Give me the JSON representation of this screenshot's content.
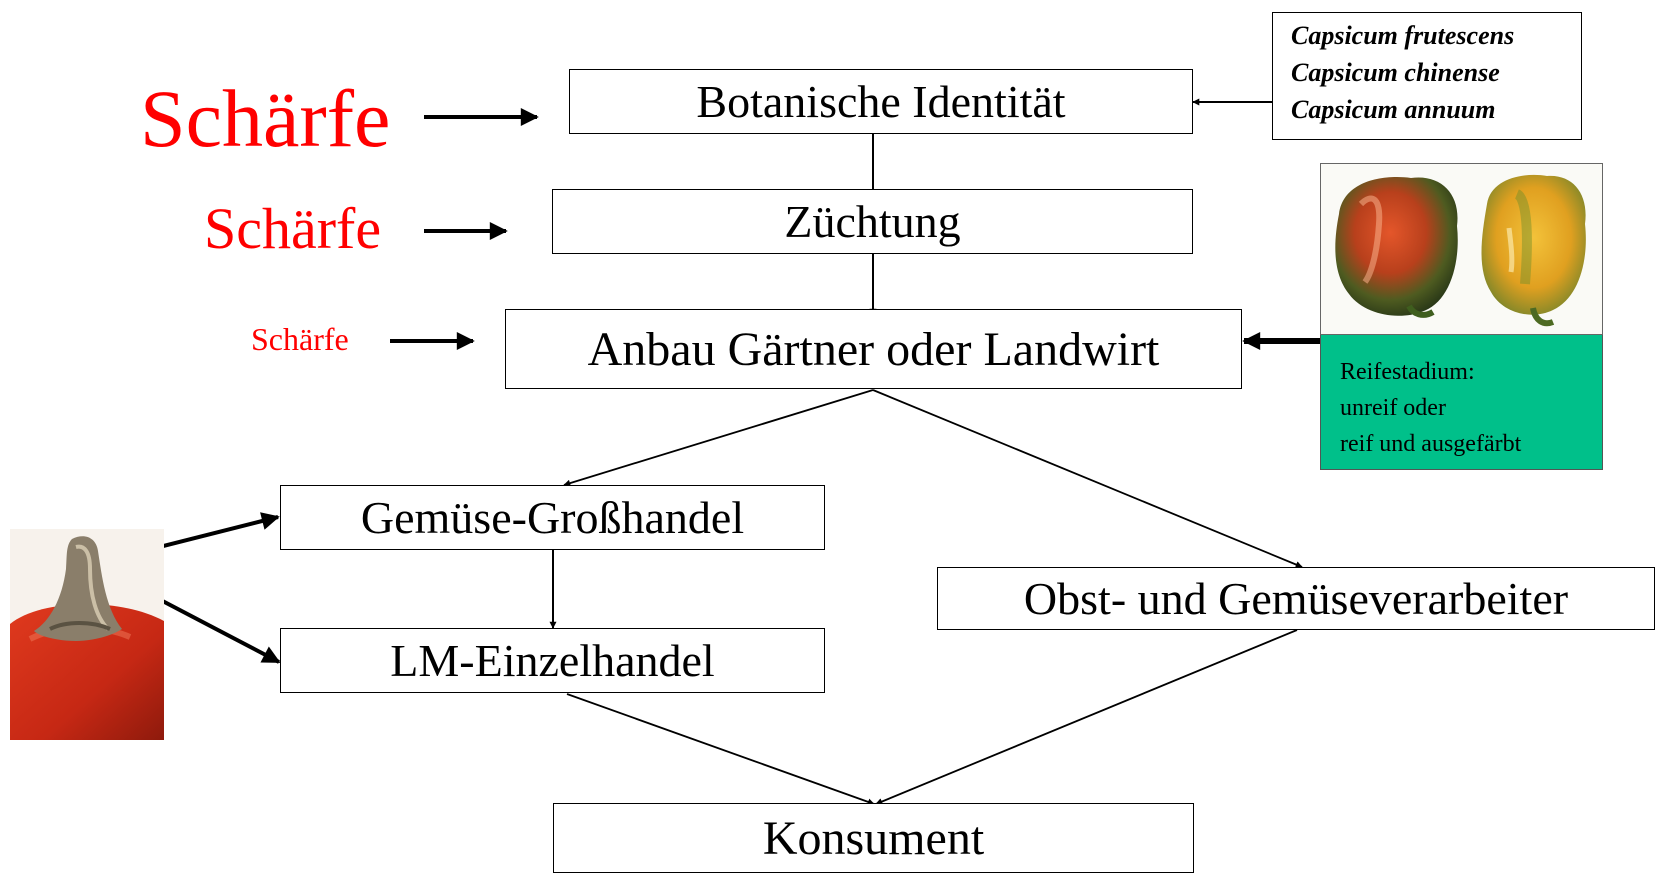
{
  "flow": {
    "botanik": "Botanische Identität",
    "zuechtung": "Züchtung",
    "anbau": "Anbau Gärtner oder Landwirt",
    "grosshandel": "Gemüse-Großhandel",
    "einzelhandel": "LM-Einzelhandel",
    "verarbeiter": "Obst- und Gemüseverarbeiter",
    "konsument": "Konsument"
  },
  "schaerfe_labels": [
    "Schärfe",
    "Schärfe",
    "Schärfe"
  ],
  "species": [
    "Capsicum frutescens",
    "Capsicum chinense",
    "Capsicum annuum"
  ],
  "ripeness": [
    "Reifestadium:",
    "unreif oder",
    "reif und ausgefärbt"
  ],
  "colors": {
    "accent_red": "#ff0000",
    "ripeness_box": "#00c08a"
  },
  "images": [
    "red-green-pepper-photo",
    "yellow-pepper-photo",
    "pepper-stem-photo"
  ]
}
